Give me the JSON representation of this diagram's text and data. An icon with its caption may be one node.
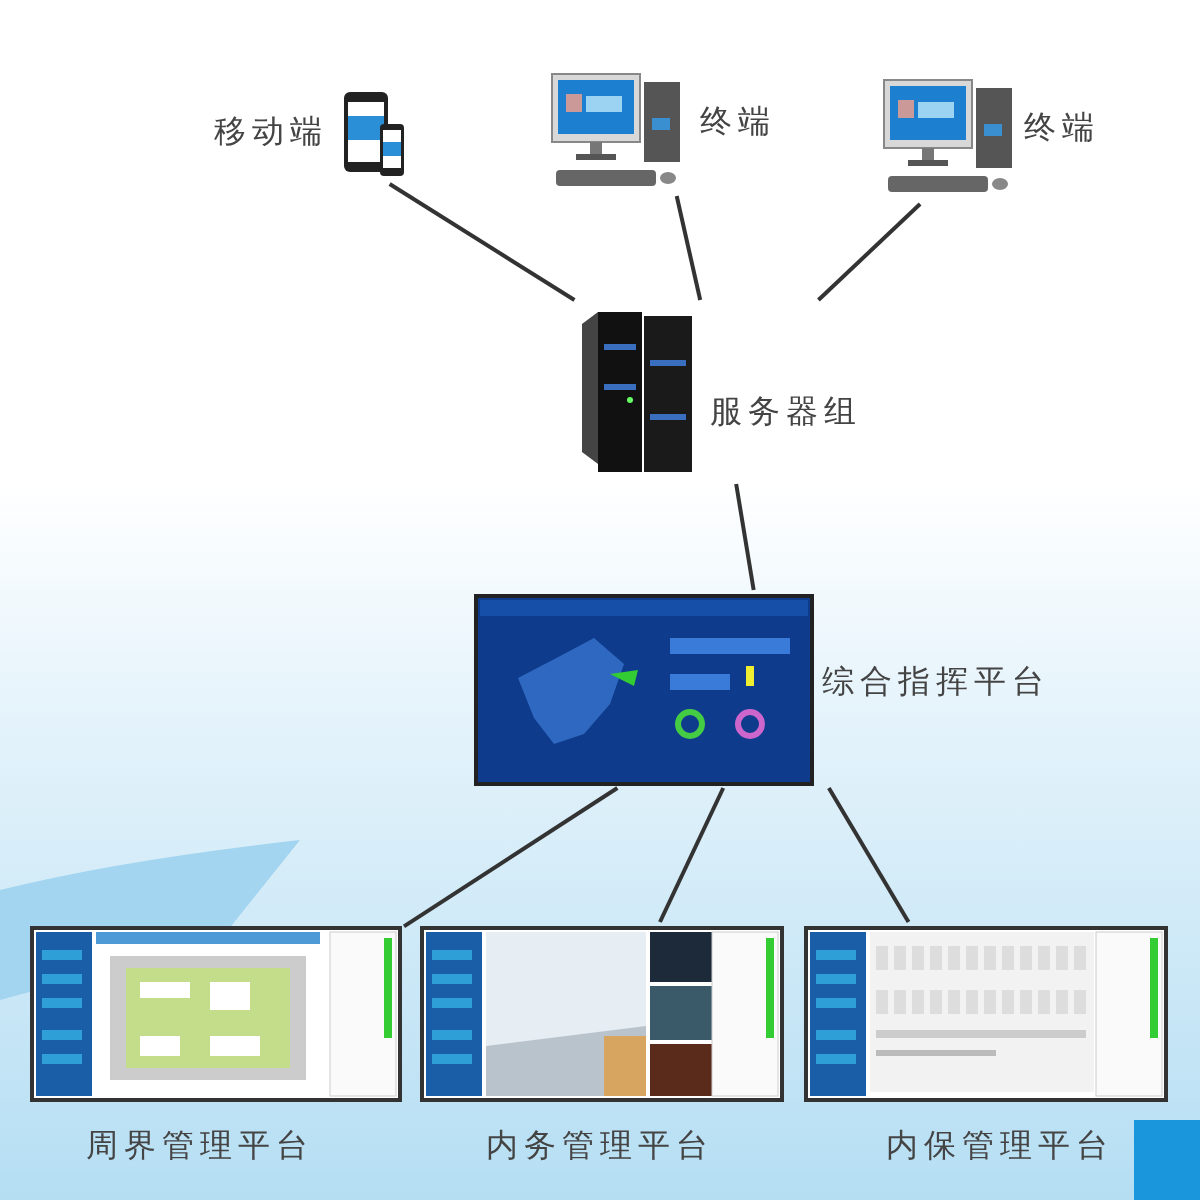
{
  "diagram": {
    "nodes": [
      {
        "text": [
          "移动端"
        ]
      },
      {
        "text": [
          "终端"
        ]
      },
      {
        "text": [
          "终端"
        ]
      },
      {
        "text": [
          "服务器组"
        ]
      },
      {
        "text": [
          "综合指挥平台"
        ]
      },
      {
        "text": [
          "周界管理平台"
        ]
      },
      {
        "text": [
          "内务管理平台"
        ]
      },
      {
        "text": [
          "内保管理平台"
        ]
      }
    ],
    "edges": [
      {
        "from": 0,
        "to": 3,
        "arrow": "none"
      },
      {
        "from": 1,
        "to": 3,
        "arrow": "none"
      },
      {
        "from": 2,
        "to": 3,
        "arrow": "none"
      },
      {
        "from": 3,
        "to": 4,
        "arrow": "none"
      },
      {
        "from": 4,
        "to": 5,
        "arrow": "none"
      },
      {
        "from": 4,
        "to": 6,
        "arrow": "none"
      },
      {
        "from": 4,
        "to": 7,
        "arrow": "none"
      }
    ]
  }
}
